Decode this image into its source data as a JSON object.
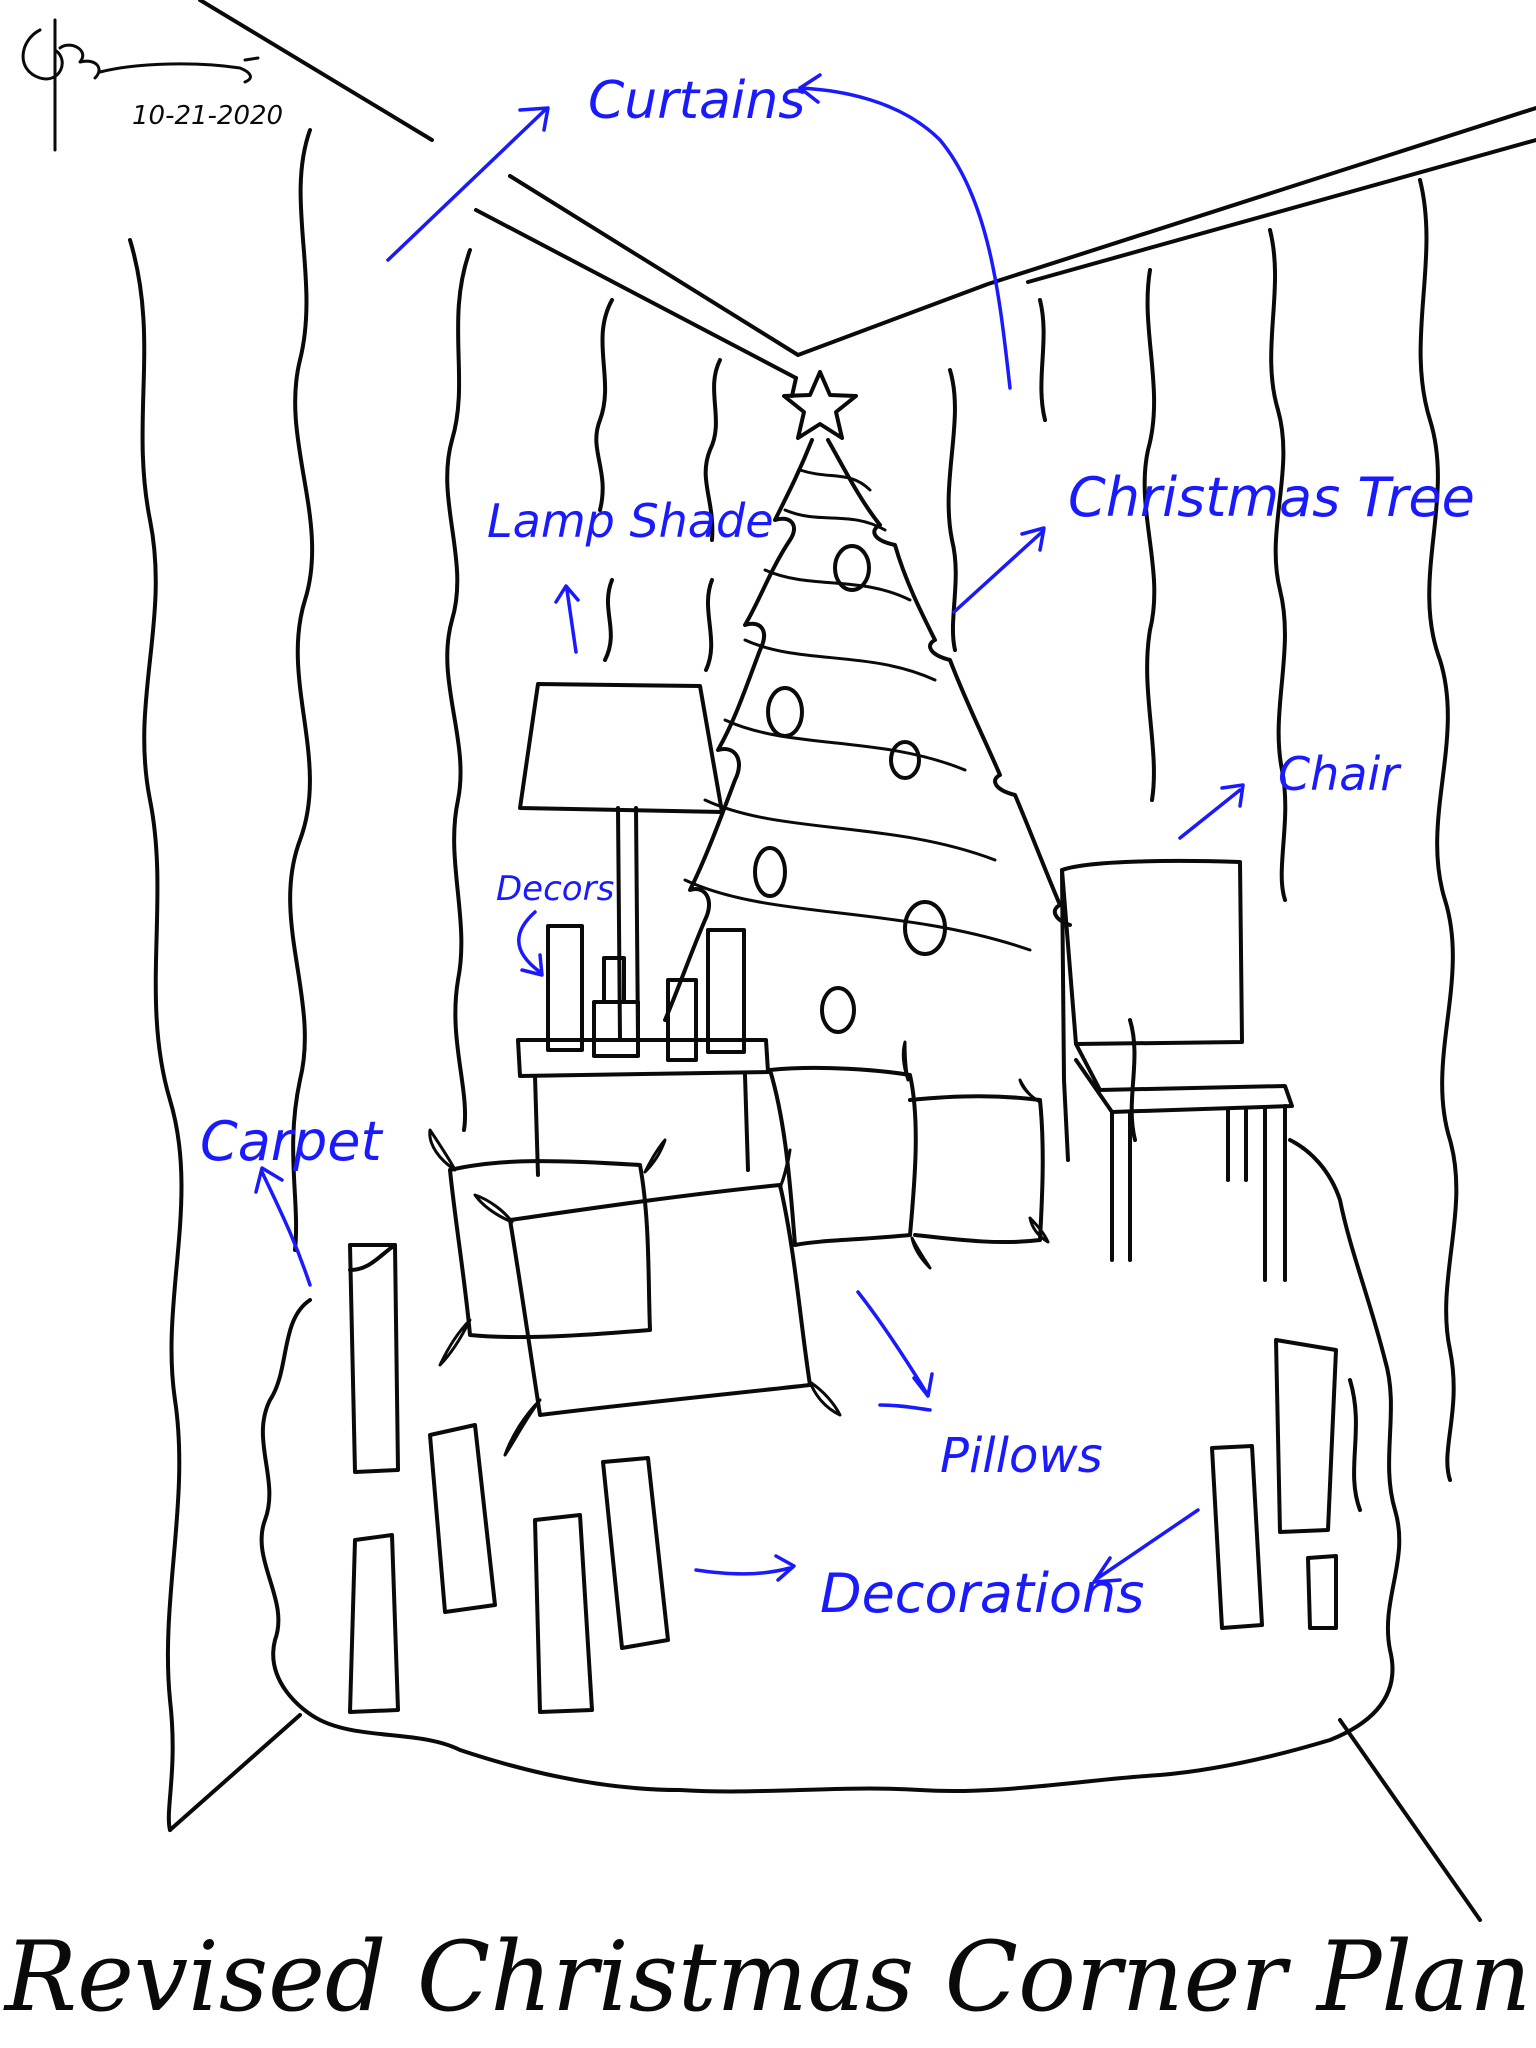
{
  "title": "Revised Christmas Corner Plan",
  "signature": {
    "date": "10-21-2020"
  },
  "labels": {
    "curtains": "Curtains",
    "lamp_shade": "Lamp Shade",
    "christmas_tree": "Christmas Tree",
    "chair": "Chair",
    "decors": "Decors",
    "carpet": "Carpet",
    "pillows": "Pillows",
    "decorations": "Decorations"
  },
  "colors": {
    "ink": "#0a0a0a",
    "annotation": "#1a1aff",
    "background": "#ffffff"
  }
}
